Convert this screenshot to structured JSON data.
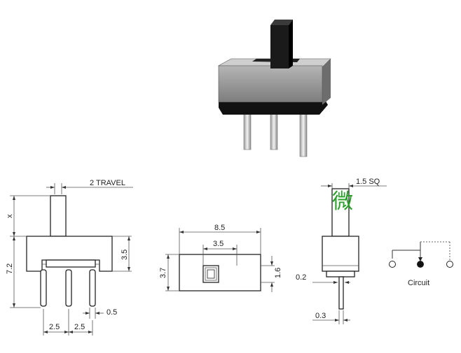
{
  "watermark_glyph": "微",
  "labels": {
    "travel": "2  TRAVEL",
    "x": "x",
    "height_total": "7.2",
    "height_body": "3.5",
    "pin_width": "0.5",
    "pitch_left": "2.5",
    "pitch_right": "2.5",
    "top_length": "8.5",
    "top_slot": "3.5",
    "top_width": "3.7",
    "top_slot_height": "1.6",
    "actuator_sq": "1.5 SQ",
    "pin_thickness": "0.2",
    "pin_offset": "0.3",
    "circuit": "Circuit"
  },
  "colors": {
    "switch_body": "#8c8c8c",
    "switch_base": "#111111",
    "actuator": "#1a1a1a",
    "pin": "#c8c8c8",
    "watermark": "#2aa02a"
  }
}
